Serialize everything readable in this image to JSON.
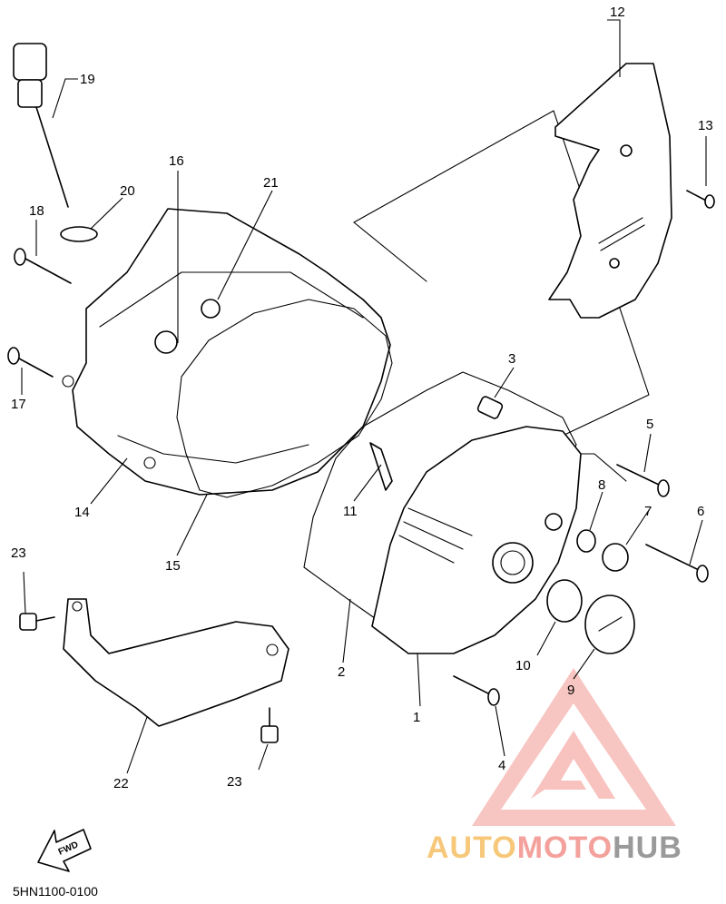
{
  "callouts": {
    "c1": "1",
    "c2": "2",
    "c3": "3",
    "c4": "4",
    "c5": "5",
    "c6": "6",
    "c7": "7",
    "c8": "8",
    "c9": "9",
    "c10": "10",
    "c11": "11",
    "c12": "12",
    "c13": "13",
    "c14": "14",
    "c15": "15",
    "c16": "16",
    "c17": "17",
    "c18": "18",
    "c19": "19",
    "c20": "20",
    "c21": "21",
    "c22": "22",
    "c23a": "23",
    "c23b": "23"
  },
  "direction_label": "FWD",
  "document_code": "5HN1100-0100",
  "watermark": {
    "part1": "AUTO",
    "part2": "MOTO",
    "part3": "HUB"
  },
  "colors": {
    "line": "#000000",
    "watermark_red": "#f4a09b",
    "watermark_orange": "#f7c87a",
    "watermark_gray": "#9a9a9a"
  }
}
